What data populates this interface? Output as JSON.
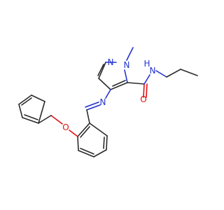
{
  "atom_labels": {
    "n_pyrazole_2": "N",
    "n_pyrazole_1": "N",
    "n_amide": "N",
    "h_amide": "H",
    "o_carbonyl": "O",
    "n_imine": "N",
    "o_ether": "O"
  },
  "colors": {
    "carbon_bond": "#2b2b2b",
    "nitrogen": "#2233cc",
    "oxygen": "#dd1111",
    "background": "#ffffff"
  }
}
